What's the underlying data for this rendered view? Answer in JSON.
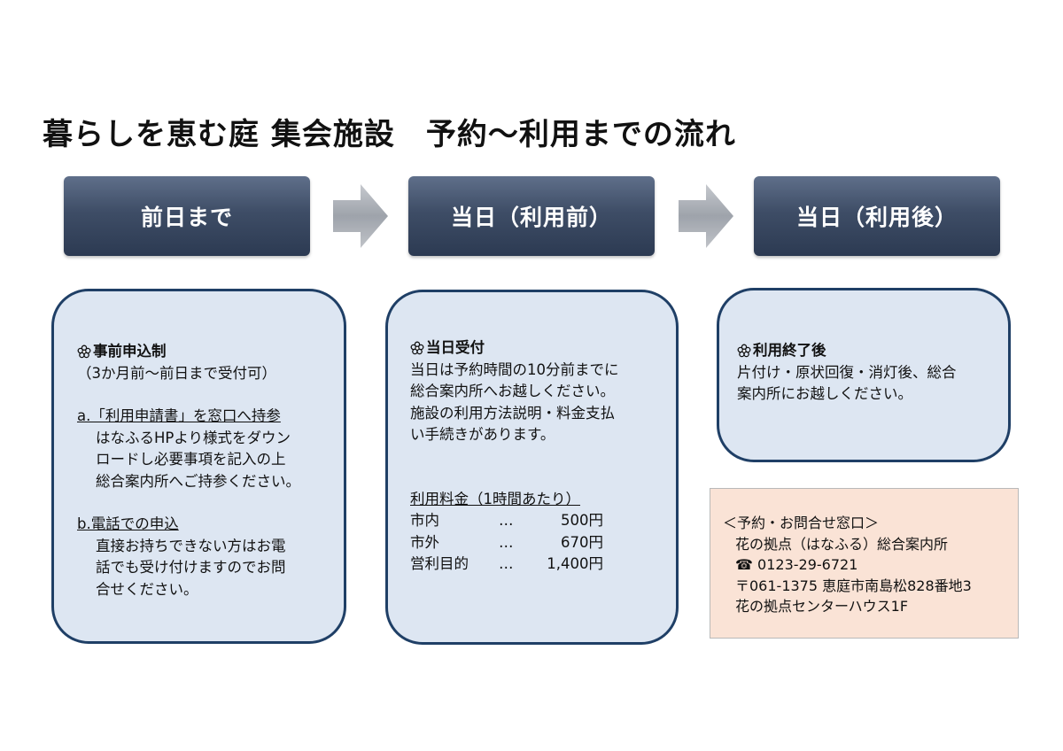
{
  "title": "暮らしを恵む庭 集会施設　予約〜利用までの流れ",
  "steps": [
    {
      "label": "前日まで"
    },
    {
      "label": "当日（利用前）"
    },
    {
      "label": "当日（利用後）"
    }
  ],
  "card1": {
    "heading": "事前申込制",
    "note": "（3か月前〜前日まで受付可）",
    "a_title": "a.「利用申請書」を窓口へ持参",
    "a_lines": [
      "はなふるHPより様式をダウン",
      "ロードし必要事項を記入の上",
      "総合案内所へご持参ください。"
    ],
    "b_title": "b.電話での申込",
    "b_lines": [
      "直接お持ちできない方はお電",
      "話でも受け付けますのでお問",
      "合せください。"
    ]
  },
  "card2": {
    "heading": "当日受付",
    "lines": [
      "当日は予約時間の10分前までに",
      "総合案内所へお越しください。",
      "施設の利用方法説明・料金支払",
      "い手続きがあります。"
    ],
    "fee_title": "利用料金（1時間あたり）",
    "fees": [
      {
        "category": "市内",
        "dots": "…",
        "price": "500円"
      },
      {
        "category": "市外",
        "dots": "…",
        "price": "670円"
      },
      {
        "category": "営利目的",
        "dots": "…",
        "price": "1,400円"
      }
    ]
  },
  "card3": {
    "heading": "利用終了後",
    "lines": [
      "片付け・原状回復・消灯後、総合",
      "案内所にお越しください。"
    ]
  },
  "contact": {
    "title": "＜予約・お問合せ窓口＞",
    "name": "花の拠点（はなふる）総合案内所",
    "phone_icon": "☎",
    "phone": "0123-29-6721",
    "address": "〒061-1375 恵庭市南島松828番地3",
    "building": "花の拠点センターハウス1F"
  },
  "colors": {
    "header_dark": "#2c3a52",
    "card_bg": "#dde6f2",
    "card_border": "#1f3f66",
    "contact_bg": "#fae3d6",
    "arrow": "#a9adb5"
  }
}
